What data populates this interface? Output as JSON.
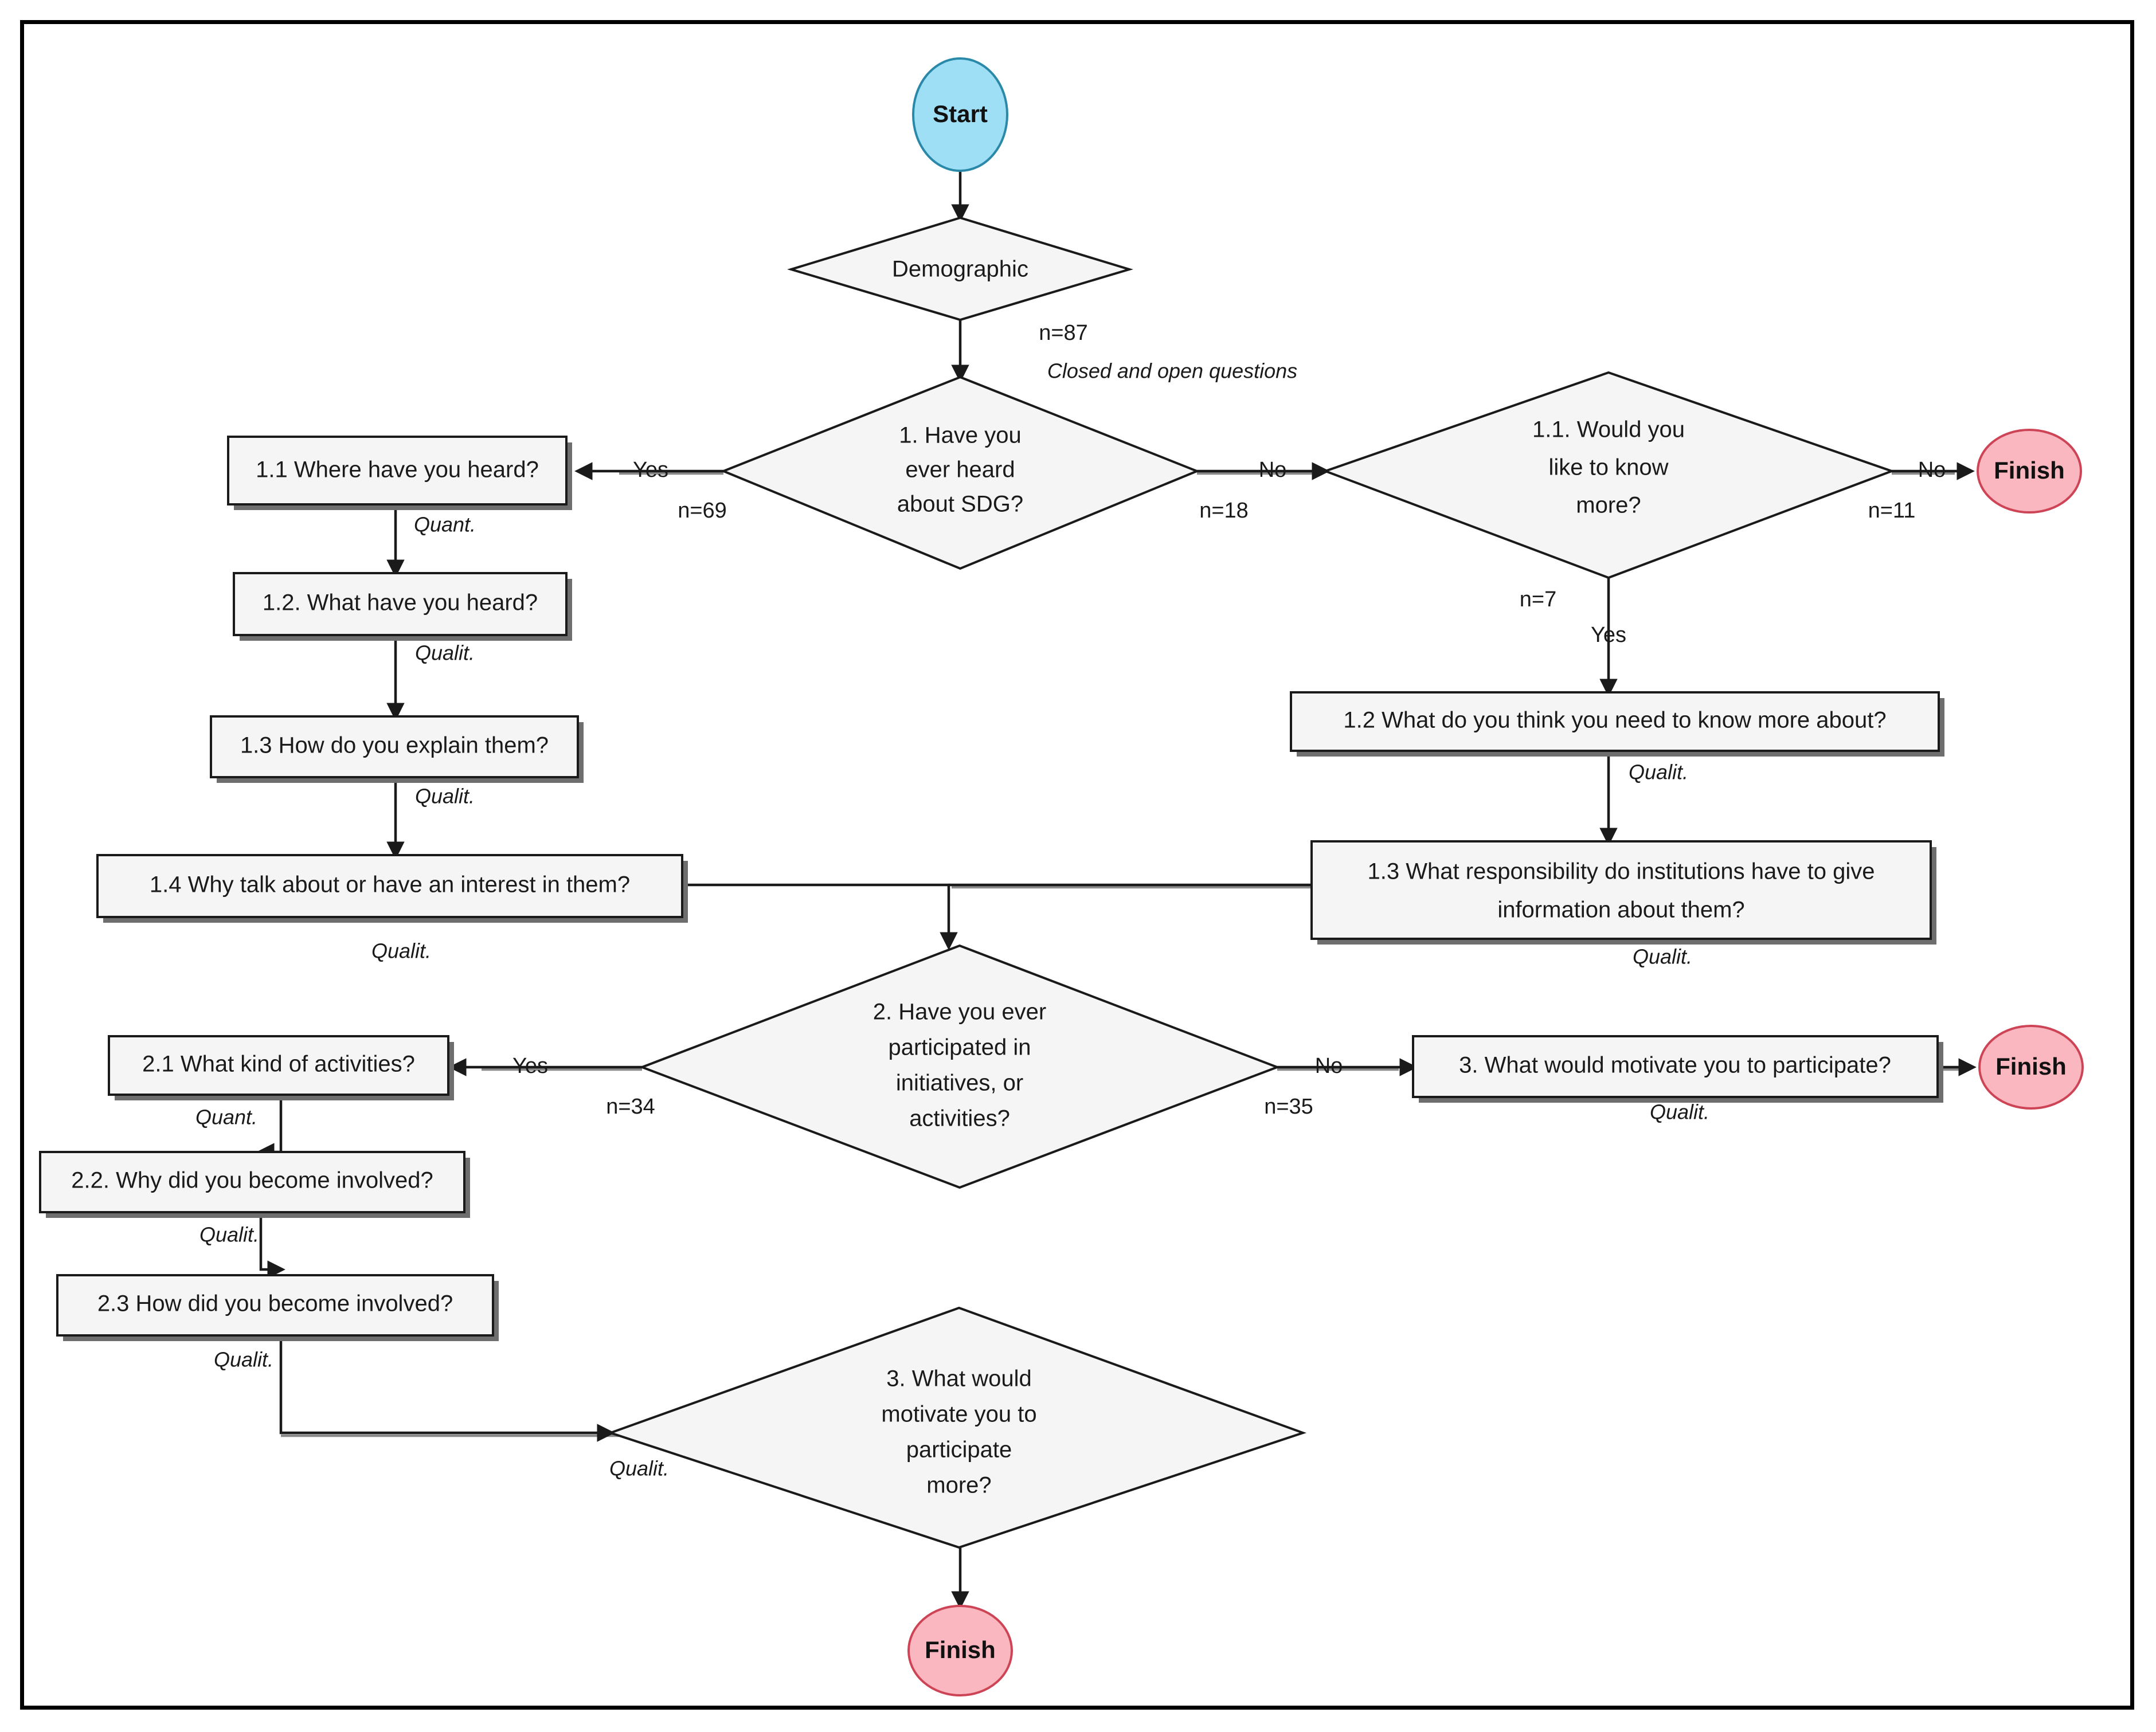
{
  "diagram": {
    "title": "Survey flowchart on SDG awareness and participation",
    "type": "flowchart",
    "colors": {
      "start_fill": "#9fdff5",
      "start_stroke": "#2a89a8",
      "finish_fill": "#fbb7bf",
      "finish_stroke": "#cc4455",
      "node_fill": "#f5f5f5",
      "node_stroke": "#1a1a1a",
      "edge": "#1a1a1a",
      "frame": "#000000"
    }
  },
  "terminals": {
    "start": "Start",
    "finish_1": "Finish",
    "finish_2": "Finish",
    "finish_3": "Finish"
  },
  "nodes": {
    "demographic": "Demographic",
    "q1_line1": "1. Have you",
    "q1_line2": "ever heard",
    "q1_line3": "about SDG?",
    "q1_1_line1": "1.1. Would you",
    "q1_1_line2": "like to know",
    "q1_1_line3": "more?",
    "b1_1": "1.1 Where have you heard?",
    "b1_2": "1.2. What have you heard?",
    "b1_3": "1.3 How do you explain them?",
    "b1_4": "1.4 Why talk about or have an interest in them?",
    "r1_2": "1.2 What do you think you need to know more about?",
    "r1_3_line1": "1.3 What responsibility do institutions have to give",
    "r1_3_line2": "information about them?",
    "q2_line1": "2. Have you ever",
    "q2_line2": "participated in",
    "q2_line3": "initiatives, or",
    "q2_line4": "activities?",
    "b2_1": "2.1 What kind of activities?",
    "b2_2": "2.2. Why did you become involved?",
    "b2_3": "2.3 How did you become involved?",
    "b3_right": "3. What would motivate you to participate?",
    "q3_line1": "3. What would",
    "q3_line2": "motivate you to",
    "q3_line3": "participate",
    "q3_line4": "more?"
  },
  "edge_labels": {
    "n_total": "n=87",
    "methods_demographic": "Closed and open questions",
    "q1_yes": "Yes",
    "q1_yes_n": "n=69",
    "q1_no": "No",
    "q1_no_n": "n=18",
    "q1_1_no": "No",
    "q1_1_no_n": "n=11",
    "q1_1_yes": "Yes",
    "q1_1_yes_n": "n=7",
    "q2_yes": "Yes",
    "q2_yes_n": "n=34",
    "q2_no": "No",
    "q2_no_n": "n=35",
    "m_b1_1": "Quant.",
    "m_b1_2": "Qualit.",
    "m_b1_3": "Qualit.",
    "m_b1_4": "Qualit.",
    "m_r1_2": "Qualit.",
    "m_r1_3": "Qualit.",
    "m_b2_1": "Quant.",
    "m_b2_2": "Qualit.",
    "m_b2_3": "Qualit.",
    "m_b2_3_tail": "Qualit.",
    "m_b3_right": "Qualit."
  }
}
